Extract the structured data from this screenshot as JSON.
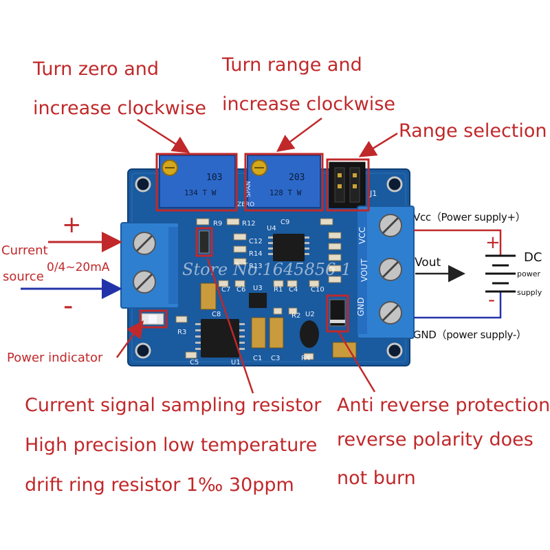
{
  "callouts": {
    "zero_line1": "Turn zero and",
    "zero_line2": "increase clockwise",
    "range_line1": "Turn range and",
    "range_line2": "increase clockwise",
    "range_selection": "Range selection",
    "current_source_line1": "Current",
    "current_source_line2": "source",
    "current_range": "0/4~20mA",
    "power_indicator": "Power indicator",
    "sampling_line1": "Current signal sampling resistor",
    "sampling_line2": "High precision low temperature",
    "sampling_line3": "drift ring resistor 1‰ 30ppm",
    "anti_line1": "Anti reverse protection",
    "anti_line2": "reverse polarity does",
    "anti_line3": "not burn"
  },
  "power": {
    "vcc": "Vcc（Power supply+）",
    "vout": "Vout",
    "gnd": "GND（power supply-）",
    "dc": "DC",
    "dc_sub1": "power",
    "dc_sub2": "supply",
    "plus": "+",
    "minus": "-"
  },
  "input": {
    "plus": "+",
    "minus": "-"
  },
  "board": {
    "pot1_code1": "103",
    "pot1_code2": "134 T W",
    "pot2_code1": "203",
    "pot2_code2": "128 T W",
    "zero_silk": "ZERO",
    "span_silk": "SPAN",
    "j1": "J1",
    "vcc_silk": "VCC",
    "vout_silk": "VOUT",
    "gnd_silk": "GND",
    "u1": "U1",
    "u2": "U2",
    "u3": "U3",
    "u4": "U4",
    "r1": "R1",
    "r2": "R2",
    "r3": "R3",
    "r4": "R4",
    "r9": "R9",
    "r12": "R12",
    "r13": "R13",
    "r14": "R14",
    "c1": "C1",
    "c3": "C3",
    "c4": "C4",
    "c5": "C5",
    "c6": "C6",
    "c7": "C7",
    "c8": "C8",
    "c9": "C9",
    "c10": "C10",
    "c12": "C12",
    "watermark": "Store No.1645856 1"
  },
  "colors": {
    "accent_red": "#c0282a",
    "board_blue": "#1a5a9e",
    "terminal_blue": "#2f7fd0",
    "pot_blue": "#2c68c8"
  }
}
